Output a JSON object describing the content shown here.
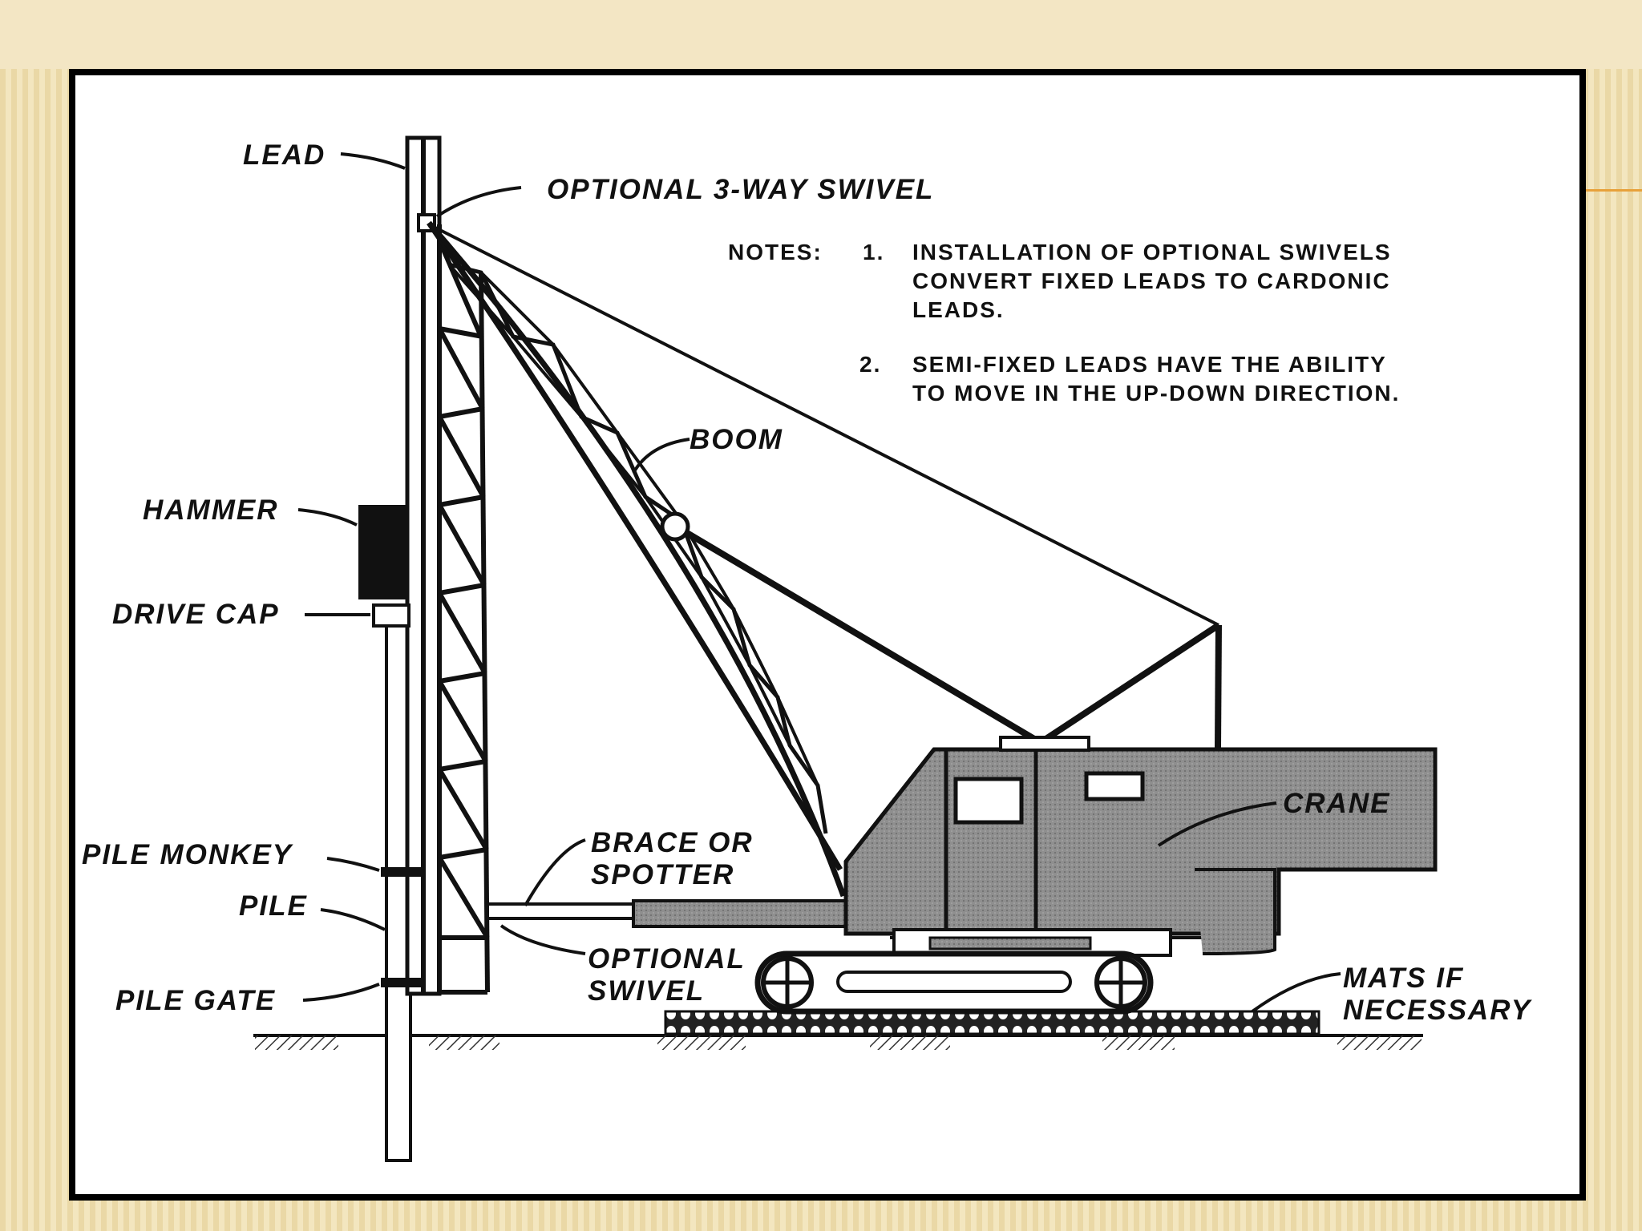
{
  "colors": {
    "frame_border": "#000000",
    "background_stripe_light": "#f3e6bf",
    "background_stripe_dark": "#ead8a6",
    "accent_line": "#e8a13a",
    "crane_body": "#8c8c8c"
  },
  "labels": {
    "lead": "LEAD",
    "swivel_top": "OPTIONAL 3-WAY SWIVEL",
    "boom": "BOOM",
    "hammer": "HAMMER",
    "drive_cap": "DRIVE CAP",
    "pile_monkey": "PILE MONKEY",
    "pile": "PILE",
    "pile_gate": "PILE GATE",
    "brace_line1": "BRACE OR",
    "brace_line2": "SPOTTER",
    "swivel_bottom_line1": "OPTIONAL",
    "swivel_bottom_line2": "SWIVEL",
    "crane": "CRANE",
    "mats_line1": "MATS IF",
    "mats_line2": "NECESSARY"
  },
  "notes": {
    "heading": "NOTES:",
    "items": [
      {
        "number": "1.",
        "lines": [
          "INSTALLATION OF OPTIONAL SWIVELS",
          "CONVERT FIXED LEADS TO CARDONIC",
          "LEADS."
        ]
      },
      {
        "number": "2.",
        "lines": [
          "SEMI-FIXED LEADS HAVE THE ABILITY",
          "TO MOVE IN THE UP-DOWN DIRECTION."
        ]
      }
    ]
  }
}
